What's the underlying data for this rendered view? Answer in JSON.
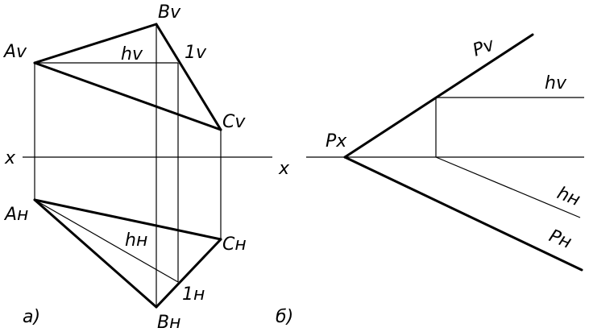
{
  "figure_a": {
    "caption": "а)",
    "axis_left": "x",
    "axis_right": "x",
    "points": {
      "Av": "Av",
      "Bv": "Bv",
      "Cv": "Cv",
      "hv": "hv",
      "1v": "1v",
      "Ah": "Aн",
      "Bh": "Bн",
      "Ch": "Cн",
      "hh": "hн",
      "1h": "1н"
    }
  },
  "figure_b": {
    "caption": "б)",
    "labels": {
      "Px": "Px",
      "Pv": "Pv",
      "hv": "hv",
      "hh": "hн",
      "Ph": "Pн"
    }
  },
  "colors": {
    "line": "#000000",
    "background": "#ffffff"
  }
}
